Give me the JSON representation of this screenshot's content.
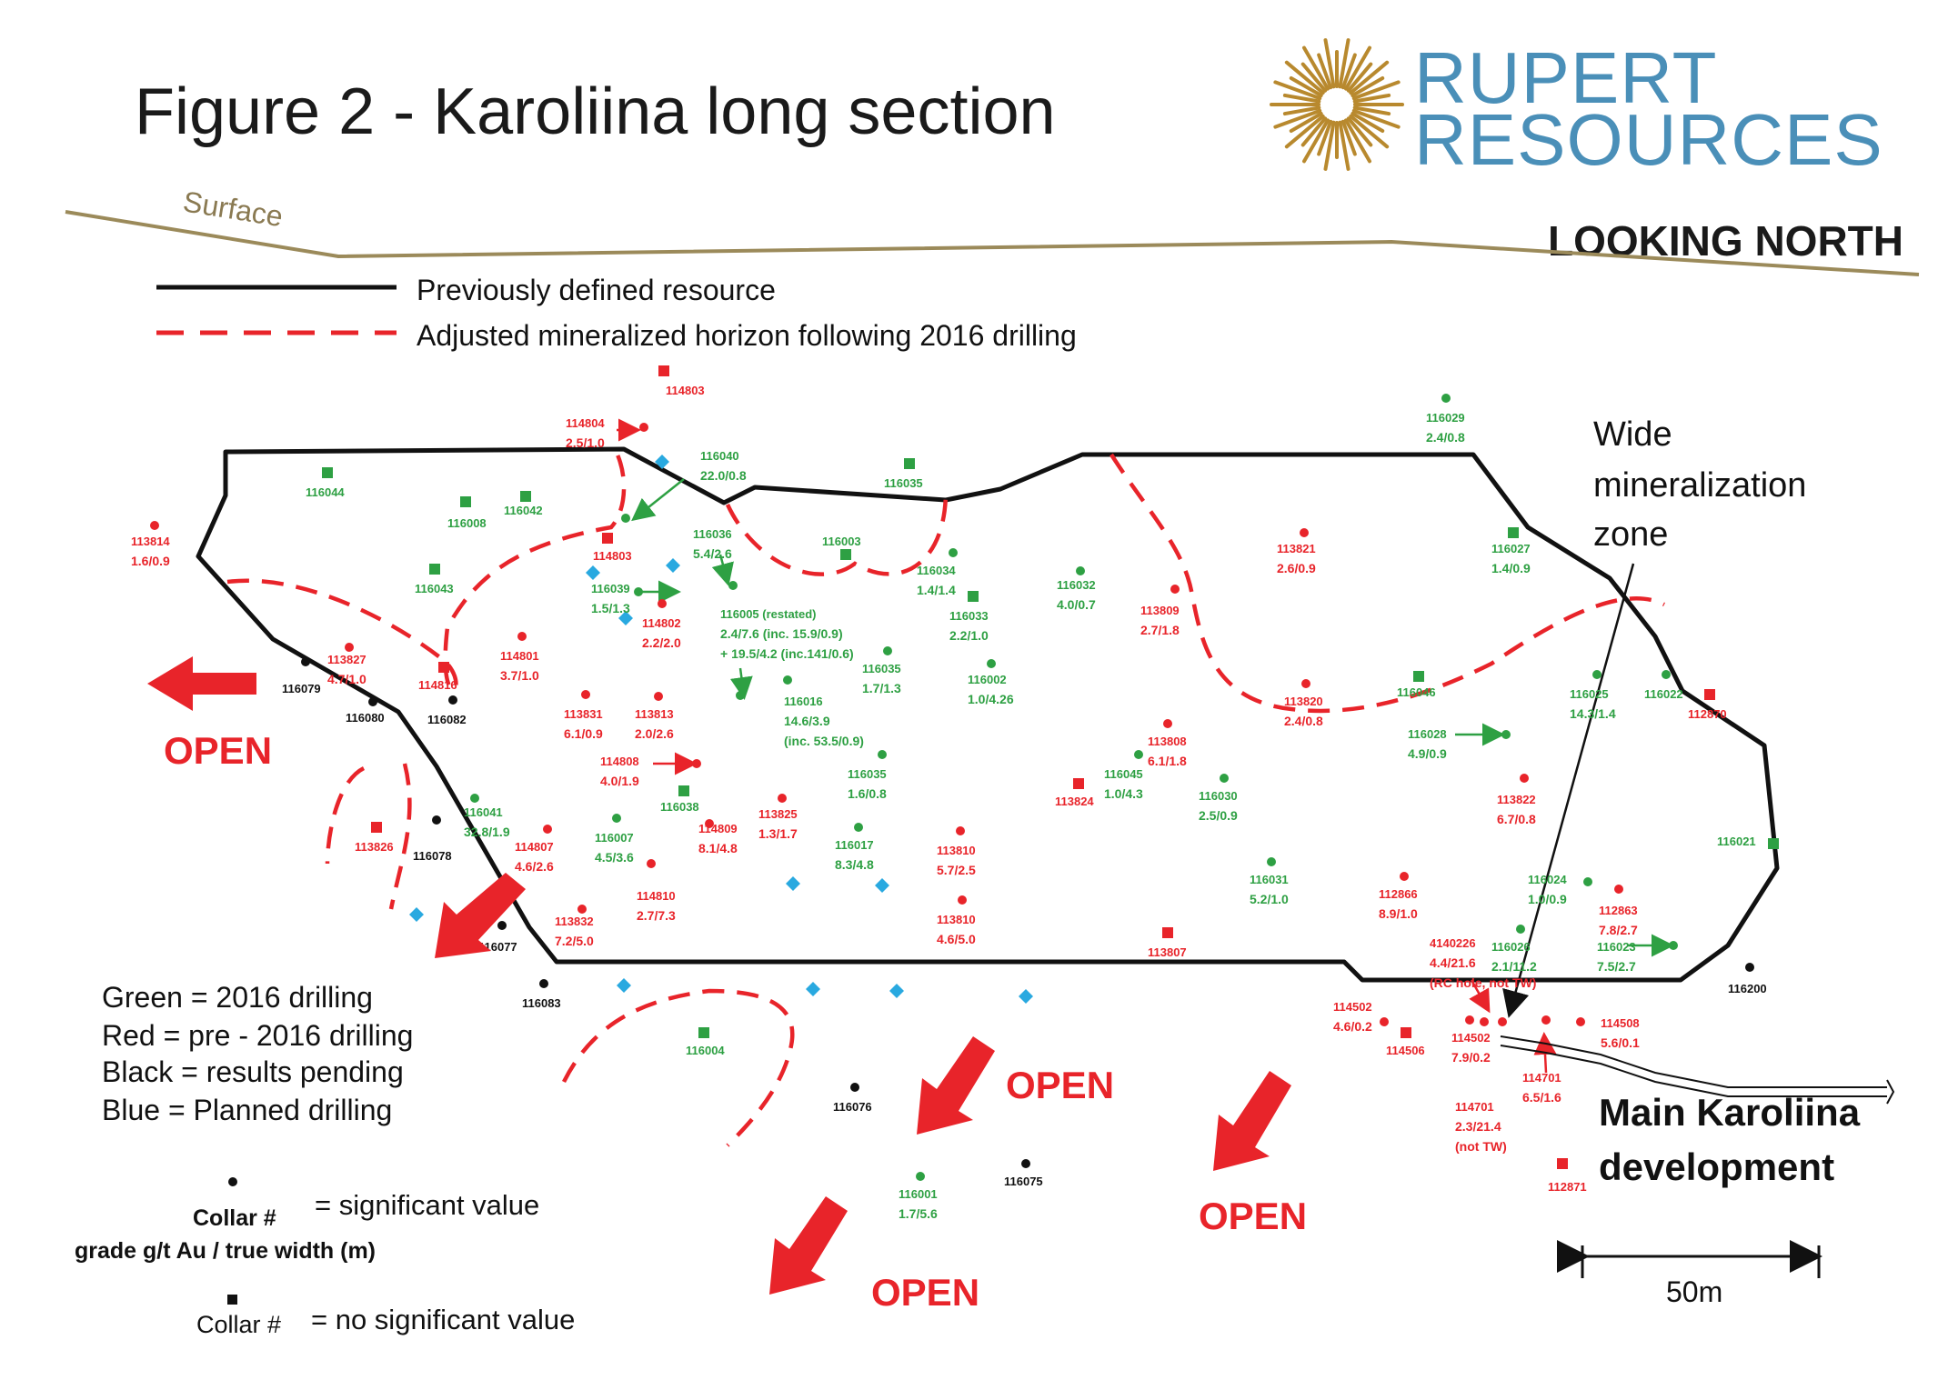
{
  "title": "Figure 2 - Karoliina long section",
  "logo": {
    "line1": "RUPERT",
    "line2": "RESOURCES",
    "icon": "sunburst-logo-icon",
    "color": "#4a8fb8",
    "sun_color": "#b8892e"
  },
  "view_label": "LOOKING NORTH",
  "surface_label": "Surface",
  "legend": {
    "black_line": "Previously defined resource",
    "red_dash": "Adjusted mineralized horizon following 2016 drilling",
    "colors": [
      "Green = 2016 drilling",
      "Red = pre - 2016 drilling",
      "Black = results pending",
      "Blue = Planned drilling"
    ],
    "symbol_collar_label": "Collar #",
    "symbol_grade_label": "grade g/t Au / true width (m)",
    "symbol_significant": "= significant value",
    "symbol_collar_label2": "Collar #",
    "symbol_no_significant": "= no significant value"
  },
  "annotations": {
    "wide_zone": [
      "Wide",
      "mineralization",
      "zone"
    ],
    "main_dev": [
      "Main Karoliina",
      "development"
    ],
    "open": [
      "OPEN",
      "OPEN",
      "OPEN",
      "OPEN"
    ],
    "scale": "50m"
  },
  "colors": {
    "green": "#2ea043",
    "red": "#e8242a",
    "black": "#111111",
    "blue": "#29a9e0",
    "surface": "#9b8a5a"
  },
  "holes": [
    {
      "id": "114803",
      "grade": "",
      "color": "red",
      "shape": "square"
    },
    {
      "id": "114804",
      "grade": "2.5/1.0",
      "color": "red",
      "shape": "dot"
    },
    {
      "id": "116040",
      "grade": "22.0/0.8",
      "color": "green",
      "shape": "dot"
    },
    {
      "id": "116035",
      "grade": "",
      "color": "green",
      "shape": "square"
    },
    {
      "id": "116044",
      "grade": "",
      "color": "green",
      "shape": "square"
    },
    {
      "id": "116008",
      "grade": "",
      "color": "green",
      "shape": "square"
    },
    {
      "id": "116042",
      "grade": "",
      "color": "green",
      "shape": "square"
    },
    {
      "id": "113814",
      "grade": "1.6/0.9",
      "color": "red",
      "shape": "dot"
    },
    {
      "id": "114803",
      "grade": "",
      "color": "red",
      "shape": "square"
    },
    {
      "id": "116036",
      "grade": "5.4/2.6",
      "color": "green",
      "shape": "dot"
    },
    {
      "id": "116003",
      "grade": "",
      "color": "green",
      "shape": "square"
    },
    {
      "id": "116034",
      "grade": "1.4/1.4",
      "color": "green",
      "shape": "dot"
    },
    {
      "id": "116032",
      "grade": "4.0/0.7",
      "color": "green",
      "shape": "dot"
    },
    {
      "id": "113821",
      "grade": "2.6/0.9",
      "color": "red",
      "shape": "dot"
    },
    {
      "id": "116027",
      "grade": "1.4/0.9",
      "color": "green",
      "shape": "square"
    },
    {
      "id": "116029",
      "grade": "2.4/0.8",
      "color": "green",
      "shape": "dot"
    },
    {
      "id": "116043",
      "grade": "",
      "color": "green",
      "shape": "square"
    },
    {
      "id": "116039",
      "grade": "1.5/1.3",
      "color": "green",
      "shape": "dot"
    },
    {
      "id": "114802",
      "grade": "2.2/2.0",
      "color": "red",
      "shape": "dot"
    },
    {
      "id": "116005 (restated)",
      "grade": "2.4/7.6 (inc. 15.9/0.9)",
      "grade2": "+ 19.5/4.2 (inc.141/0.6)",
      "color": "green",
      "shape": "dot"
    },
    {
      "id": "116033",
      "grade": "2.2/1.0",
      "color": "green",
      "shape": "square"
    },
    {
      "id": "113809",
      "grade": "2.7/1.8",
      "color": "red",
      "shape": "dot"
    },
    {
      "id": "113827",
      "grade": "4.7/1.0",
      "color": "red",
      "shape": "dot"
    },
    {
      "id": "114801",
      "grade": "3.7/1.0",
      "color": "red",
      "shape": "dot"
    },
    {
      "id": "116035",
      "grade": "1.7/1.3",
      "color": "green",
      "shape": "dot"
    },
    {
      "id": "116002",
      "grade": "1.0/4.26",
      "color": "green",
      "shape": "dot"
    },
    {
      "id": "116079",
      "grade": "",
      "color": "black",
      "shape": "dot"
    },
    {
      "id": "114816",
      "grade": "",
      "color": "red",
      "shape": "square"
    },
    {
      "id": "116080",
      "grade": "",
      "color": "black",
      "shape": "dot"
    },
    {
      "id": "116082",
      "grade": "",
      "color": "black",
      "shape": "dot"
    },
    {
      "id": "113831",
      "grade": "6.1/0.9",
      "color": "red",
      "shape": "dot"
    },
    {
      "id": "113813",
      "grade": "2.0/2.6",
      "color": "red",
      "shape": "dot"
    },
    {
      "id": "116016",
      "grade": "14.6/3.9",
      "grade2": "(inc. 53.5/0.9)",
      "color": "green",
      "shape": "dot"
    },
    {
      "id": "113820",
      "grade": "2.4/0.8",
      "color": "red",
      "shape": "dot"
    },
    {
      "id": "116046",
      "grade": "",
      "color": "green",
      "shape": "square"
    },
    {
      "id": "116025",
      "grade": "14.3/1.4",
      "color": "green",
      "shape": "dot"
    },
    {
      "id": "116022",
      "grade": "",
      "color": "green",
      "shape": "dot"
    },
    {
      "id": "112870",
      "grade": "",
      "color": "red",
      "shape": "square"
    },
    {
      "id": "116028",
      "grade": "4.9/0.9",
      "color": "green",
      "shape": "dot"
    },
    {
      "id": "113808",
      "grade": "6.1/1.8",
      "color": "red",
      "shape": "dot"
    },
    {
      "id": "114808",
      "grade": "4.0/1.9",
      "color": "red",
      "shape": "dot"
    },
    {
      "id": "116035",
      "grade": "1.6/0.8",
      "color": "green",
      "shape": "dot"
    },
    {
      "id": "116045",
      "grade": "1.0/4.3",
      "color": "green",
      "shape": "dot"
    },
    {
      "id": "113824",
      "grade": "",
      "color": "red",
      "shape": "square"
    },
    {
      "id": "116030",
      "grade": "2.5/0.9",
      "color": "green",
      "shape": "dot"
    },
    {
      "id": "113822",
      "grade": "6.7/0.8",
      "color": "red",
      "shape": "dot"
    },
    {
      "id": "116038",
      "grade": "",
      "color": "green",
      "shape": "square"
    },
    {
      "id": "113825",
      "grade": "1.3/1.7",
      "color": "red",
      "shape": "dot"
    },
    {
      "id": "116041",
      "grade": "32.8/1.9",
      "color": "green",
      "shape": "dot"
    },
    {
      "id": "114807",
      "grade": "4.6/2.6",
      "color": "red",
      "shape": "dot"
    },
    {
      "id": "116007",
      "grade": "4.5/3.6",
      "color": "green",
      "shape": "dot"
    },
    {
      "id": "114809",
      "grade": "8.1/4.8",
      "color": "red",
      "shape": "dot"
    },
    {
      "id": "116017",
      "grade": "8.3/4.8",
      "color": "green",
      "shape": "dot"
    },
    {
      "id": "113810",
      "grade": "5.7/2.5",
      "color": "red",
      "shape": "dot"
    },
    {
      "id": "113826",
      "grade": "",
      "color": "red",
      "shape": "square"
    },
    {
      "id": "116078",
      "grade": "",
      "color": "black",
      "shape": "dot"
    },
    {
      "id": "116021",
      "grade": "",
      "color": "green",
      "shape": "square"
    },
    {
      "id": "116031",
      "grade": "5.2/1.0",
      "color": "green",
      "shape": "dot"
    },
    {
      "id": "112866",
      "grade": "8.9/1.0",
      "color": "red",
      "shape": "dot"
    },
    {
      "id": "116024",
      "grade": "1.0/0.9",
      "color": "green",
      "shape": "dot"
    },
    {
      "id": "112863",
      "grade": "7.8/2.7",
      "color": "red",
      "shape": "dot"
    },
    {
      "id": "114810",
      "grade": "2.7/7.3",
      "color": "red",
      "shape": "dot"
    },
    {
      "id": "113810",
      "grade": "4.6/5.0",
      "color": "red",
      "shape": "dot"
    },
    {
      "id": "113832",
      "grade": "7.2/5.0",
      "color": "red",
      "shape": "dot"
    },
    {
      "id": "116077",
      "grade": "",
      "color": "black",
      "shape": "dot"
    },
    {
      "id": "113807",
      "grade": "",
      "color": "red",
      "shape": "square"
    },
    {
      "id": "4140226",
      "grade": "4.4/21.6",
      "grade2": "(RC hole, not TW)",
      "color": "red",
      "shape": "dot"
    },
    {
      "id": "116026",
      "grade": "2.1/11.2",
      "color": "green",
      "shape": "dot"
    },
    {
      "id": "116023",
      "grade": "7.5/2.7",
      "color": "green",
      "shape": "dot"
    },
    {
      "id": "116200",
      "grade": "",
      "color": "black",
      "shape": "dot"
    },
    {
      "id": "116083",
      "grade": "",
      "color": "black",
      "shape": "dot"
    },
    {
      "id": "114502",
      "grade": "4.6/0.2",
      "color": "red",
      "shape": "dot"
    },
    {
      "id": "114506",
      "grade": "",
      "color": "red",
      "shape": "square"
    },
    {
      "id": "114502",
      "grade": "7.9/0.2",
      "color": "red",
      "shape": "dot"
    },
    {
      "id": "114508",
      "grade": "5.6/0.1",
      "color": "red",
      "shape": "dot"
    },
    {
      "id": "116004",
      "grade": "",
      "color": "green",
      "shape": "square"
    },
    {
      "id": "114701",
      "grade": "6.5/1.6",
      "color": "red",
      "shape": "dot"
    },
    {
      "id": "114701",
      "grade": "2.3/21.4",
      "grade2": "(not TW)",
      "color": "red",
      "shape": "dot"
    },
    {
      "id": "116076",
      "grade": "",
      "color": "black",
      "shape": "dot"
    },
    {
      "id": "112871",
      "grade": "",
      "color": "red",
      "shape": "square"
    },
    {
      "id": "116001",
      "grade": "1.7/5.6",
      "color": "green",
      "shape": "dot"
    },
    {
      "id": "116075",
      "grade": "",
      "color": "black",
      "shape": "dot"
    }
  ]
}
